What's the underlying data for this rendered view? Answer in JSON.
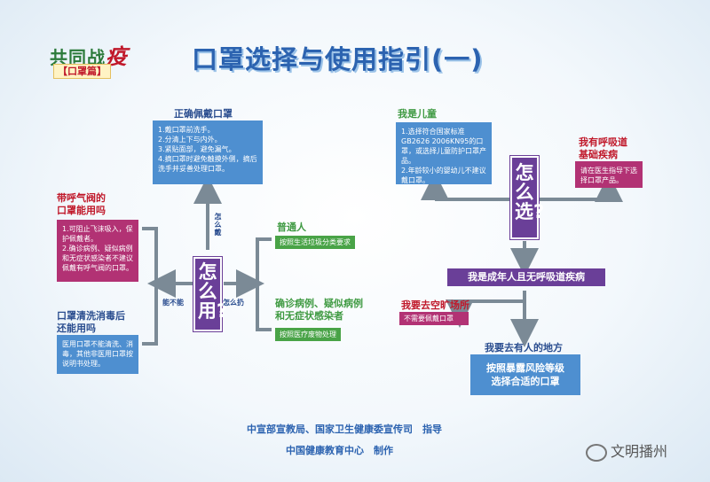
{
  "logo": {
    "main": "共同战",
    "accent": "疫",
    "sub": "【口罩篇】"
  },
  "title": "口罩选择与使用指引(一)",
  "left": {
    "wear_title": "正确佩戴口罩",
    "wear_text": "1.戴口罩前洗手。\n2.分清上下与内外。\n3.紧贴面部，避免漏气。\n4.摘口罩时避免触摸外侧，摘后洗手并妥善处理口罩。",
    "valve_title": "带呼气阀的\n口罩能用吗",
    "valve_text": "1.可阻止飞沫吸入，保护佩戴者。\n2.确诊病例、疑似病例和无症状感染者不建议佩戴有呼气阀的口罩。",
    "wash_title": "口罩清洗消毒后\n还能用吗",
    "wash_text": "医用口罩不能清洗、消毒，其他非医用口罩按说明书处理。",
    "center": "怎么用?",
    "label_up": "怎么戴",
    "label_left": "能不能",
    "label_right": "怎么扔",
    "general_title": "普通人",
    "general_text": "按照生活垃圾分类要求",
    "confirmed_title": "确诊病例、疑似病例\n和无症状感染者",
    "confirmed_text": "按照医疗废物处理"
  },
  "right": {
    "child_title": "我是儿童",
    "child_text": "1.选择符合国家标准GB2626 2006KN95的口罩，或选择儿童防护口罩产品。\n2.年龄较小的婴幼儿不建议戴口罩。",
    "resp_title": "我有呼吸道\n基础疾病",
    "resp_text": "请在医生指导下选择口罩产品。",
    "center": "怎么选?",
    "adult": "我是成年人且无呼吸道疾病",
    "open_title": "我要去空旷场所",
    "open_text": "不需要佩戴口罩",
    "crowd_title": "我要去有人的地方",
    "crowd_text": "按照暴露风险等级\n选择合适的口罩"
  },
  "footer": {
    "line1": "中宣部宣教局、国家卫生健康委宣传司　指导",
    "line2": "中国健康教育中心　制作"
  },
  "watermark": "文明播州"
}
